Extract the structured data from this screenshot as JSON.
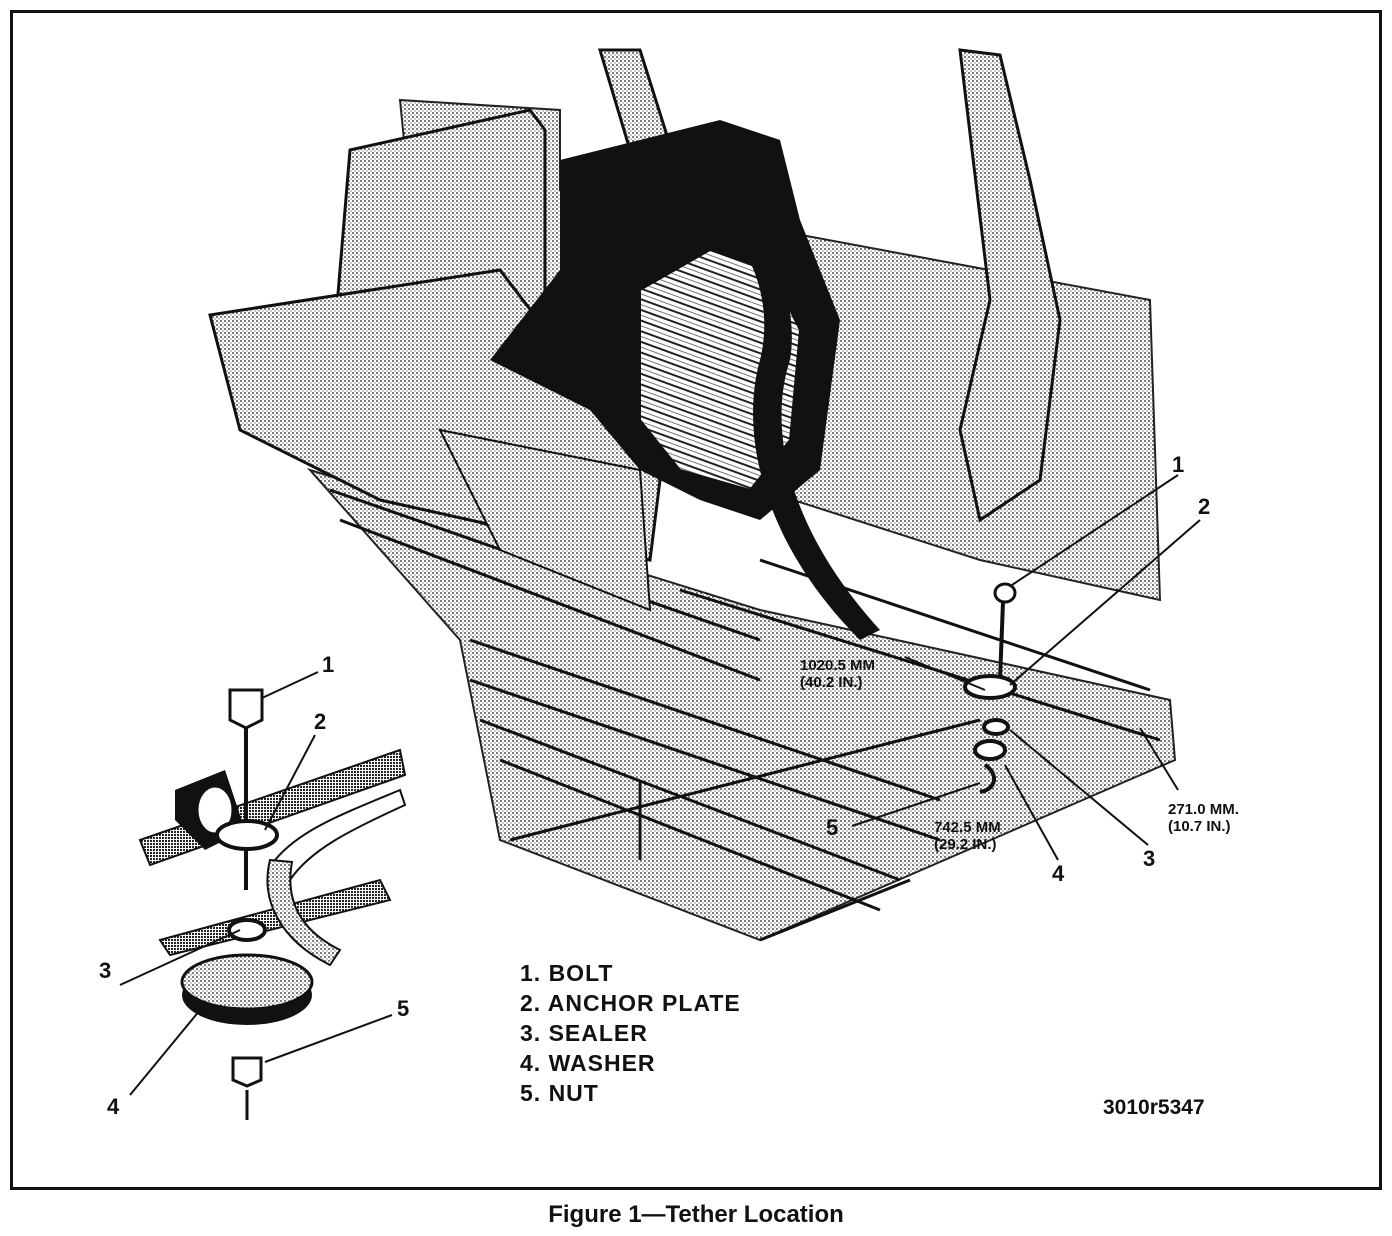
{
  "callouts_main": [
    {
      "id": "1",
      "label": "1"
    },
    {
      "id": "2",
      "label": "2"
    },
    {
      "id": "3",
      "label": "3"
    },
    {
      "id": "4",
      "label": "4"
    },
    {
      "id": "5",
      "label": "5"
    }
  ],
  "callouts_detail": [
    {
      "id": "1",
      "label": "1"
    },
    {
      "id": "2",
      "label": "2"
    },
    {
      "id": "3",
      "label": "3"
    },
    {
      "id": "4",
      "label": "4"
    },
    {
      "id": "5",
      "label": "5"
    }
  ],
  "dimensions": [
    {
      "mm": "1020.5 MM",
      "in": "(40.2 IN.)"
    },
    {
      "mm": "742.5 MM",
      "in": "(29.2 IN.)"
    },
    {
      "mm": "271.0 MM.",
      "in": "(10.7 IN.)"
    }
  ],
  "legend": [
    "1. BOLT",
    "2. ANCHOR PLATE",
    "3. SEALER",
    "4. WASHER",
    "5. NUT"
  ],
  "figure_code": "3010r5347",
  "caption": "Figure 1—Tether Location"
}
